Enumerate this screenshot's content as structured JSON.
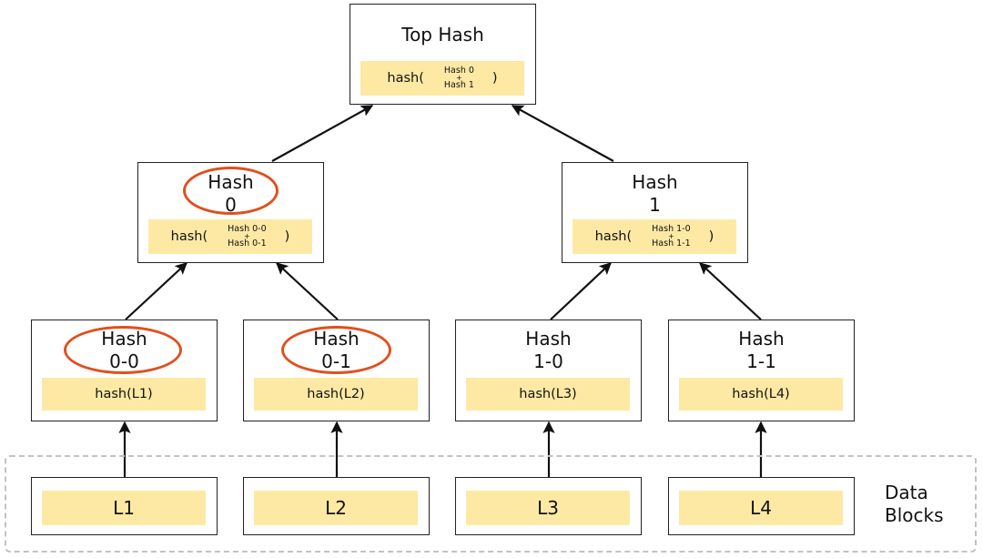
{
  "top": {
    "title": "Top Hash",
    "fn": "hash(",
    "arg_a": "Hash 0",
    "plus": "+",
    "arg_b": "Hash 1",
    "close": ")"
  },
  "level1": [
    {
      "title_1": "Hash",
      "title_2": "0",
      "fn": "hash(",
      "arg_a": "Hash 0-0",
      "plus": "+",
      "arg_b": "Hash 0-1",
      "close": ")"
    },
    {
      "title_1": "Hash",
      "title_2": "1",
      "fn": "hash(",
      "arg_a": "Hash 1-0",
      "plus": "+",
      "arg_b": "Hash 1-1",
      "close": ")"
    }
  ],
  "level2": [
    {
      "title_1": "Hash",
      "title_2": "0-0",
      "formula": "hash(L1)"
    },
    {
      "title_1": "Hash",
      "title_2": "0-1",
      "formula": "hash(L2)"
    },
    {
      "title_1": "Hash",
      "title_2": "1-0",
      "formula": "hash(L3)"
    },
    {
      "title_1": "Hash",
      "title_2": "1-1",
      "formula": "hash(L4)"
    }
  ],
  "data_blocks": {
    "label_1": "Data",
    "label_2": "Blocks",
    "items": [
      "L1",
      "L2",
      "L3",
      "L4"
    ]
  },
  "highlighted": [
    "Hash 0",
    "Hash 0-0",
    "Hash 0-1"
  ],
  "colors": {
    "hash_fill": "#fde9a4",
    "highlight_ring": "#e0501e",
    "border": "#222222",
    "dashed_frame": "#c2c2c2"
  }
}
